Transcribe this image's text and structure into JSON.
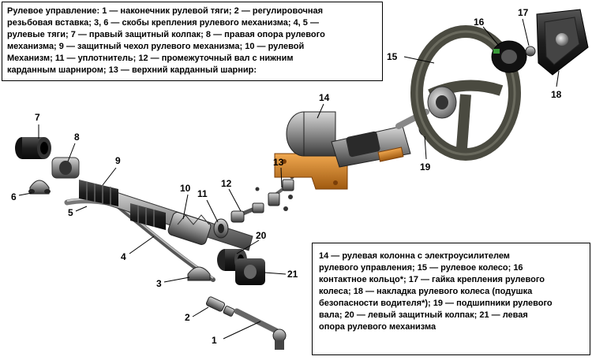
{
  "legend_top": {
    "lines": [
      "Рулевое управление: 1 — наконечник рулевой тяги; 2 — регулировочная",
      "резьбовая вставка; 3, 6 — скобы крепления рулевого механизма; 4, 5 —",
      "рулевые тяги; 7 — правый защитный колпак; 8 — правая опора рулевого",
      "механизма; 9 — защитный чехол рулевого механизма; 10 — рулевой",
      "Механизм; 11 — уплотнитель; 12 — промежуточный вал с нижним",
      "карданным шарниром; 13 — верхний карданный шарнир:"
    ]
  },
  "legend_bottom": {
    "lines": [
      "14 — рулевая колонна с электроусилителем",
      "рулевого управления; 15 — рулевое колесо; 16",
      "контактное кольцо*; 17 — гайка крепления рулевого",
      "колеса; 18 — накладка рулевого колеса (подушка",
      "безопасности водителя*); 19 — подшипники рулевого",
      "вала; 20 — левый защитный колпак; 21 — левая",
      "опора рулевого механизма"
    ]
  },
  "callouts": [
    "1",
    "2",
    "3",
    "4",
    "5",
    "6",
    "7",
    "8",
    "9",
    "10",
    "11",
    "12",
    "13",
    "14",
    "15",
    "16",
    "17",
    "18",
    "19",
    "20",
    "21"
  ],
  "colors": {
    "metal": "#8a8a8a",
    "metal_dark": "#3a3a3a",
    "rubber": "#1e1e1e",
    "bracket": "#c8741c",
    "wheel": "#4a4a40",
    "hub": "#9a9a9a"
  }
}
